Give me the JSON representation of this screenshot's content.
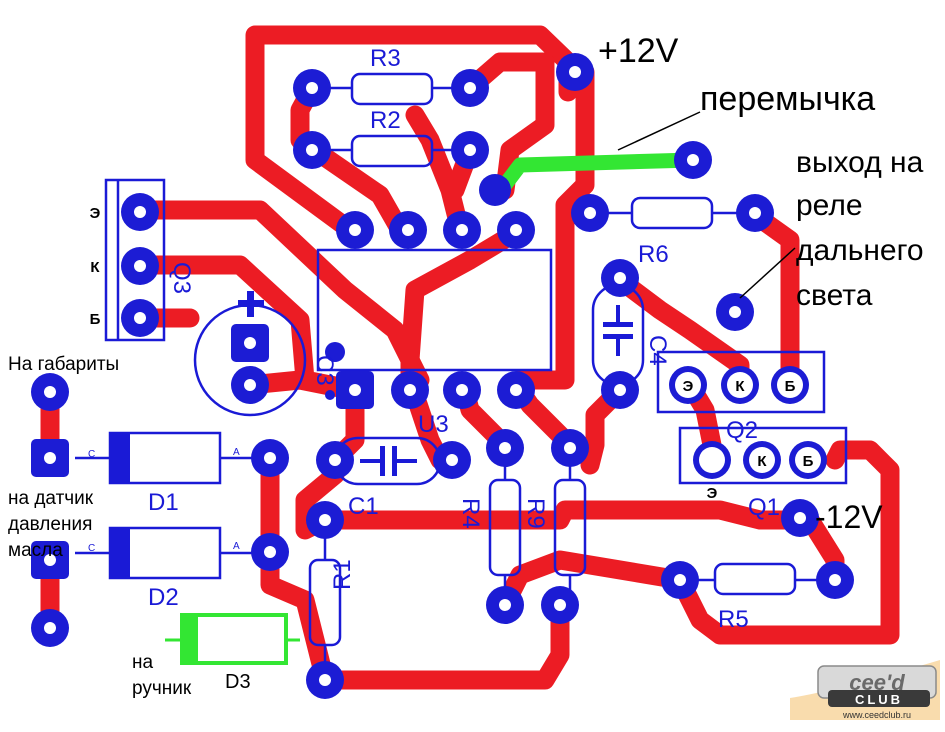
{
  "colors": {
    "trace": "#ec1c24",
    "pad": "#1c1cd4",
    "silk": "#1a1ad6",
    "jumper": "#33e633",
    "background": "#ffffff"
  },
  "annotations": {
    "plus12v": "+12V",
    "jumper": "перемычка",
    "relay_output_line1": "выход на",
    "relay_output_line2": "реле",
    "relay_output_line3": "дальнего",
    "relay_output_line4": "света",
    "marker_lights": "На габариты",
    "oil_sensor_line1": "на датчик",
    "oil_sensor_line2": "давления",
    "oil_sensor_line3": "масла",
    "handbrake_line1": "на",
    "handbrake_line2": "ручник",
    "minus12v": "-12V"
  },
  "components": {
    "r1": "R1",
    "r2": "R2",
    "r3": "R3",
    "r4": "R4",
    "r5": "R5",
    "r6": "R6",
    "r9": "R9",
    "d1": "D1",
    "d2": "D2",
    "d3": "D3",
    "c1": "C1",
    "c3": "C3",
    "c4": "C4",
    "q1": "Q1",
    "q2": "Q2",
    "q3": "Q3",
    "u3": "U3"
  },
  "pins": {
    "e": "Э",
    "k": "К",
    "b": "Б"
  },
  "diode_marks": {
    "cathode": "C",
    "anode": "A"
  },
  "logo": {
    "brand": "cee'd",
    "club": "CLUB",
    "url": "www.ceedclub.ru"
  }
}
